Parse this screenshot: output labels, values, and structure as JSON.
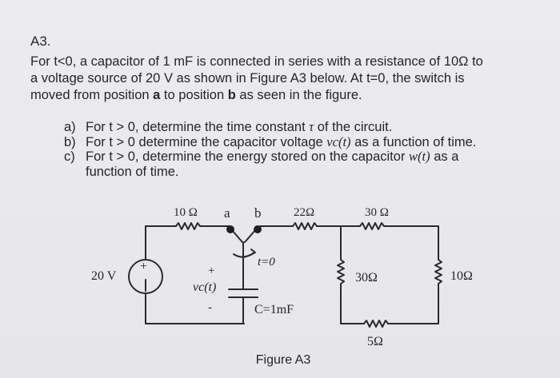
{
  "problem_id": "A3.",
  "intro": {
    "l1_a": "For t<0, a capacitor of 1 mF is connected in series with a resistance of 10",
    "l1_omega": "Ω",
    "l1_b": " to",
    "l2": "a voltage source of 20 V as shown in Figure A3 below. At t=0, the switch is",
    "l3_a": "moved from position ",
    "l3_pos_a": "a",
    "l3_mid": " to position ",
    "l3_pos_b": "b",
    "l3_end": " as seen in the figure."
  },
  "parts": [
    {
      "label": "a)",
      "text_a": "For t > 0, determine the time constant ",
      "symbol": "τ",
      "text_b": " of the circuit."
    },
    {
      "label": "b)",
      "text_a": "For t > 0 determine the capacitor voltage ",
      "symbol": "vc(t)",
      "text_b": " as a function of time."
    },
    {
      "label": "c)",
      "text_a": "For t > 0, determine the energy stored on the capacitor ",
      "symbol": "w(t)",
      "text_b": " as a",
      "text_c": "function of time."
    }
  ],
  "circuit": {
    "source_label": "20 V",
    "source_plus": "+",
    "source_minus": "−",
    "r_left": "10 Ω",
    "node_a": "a",
    "node_b": "b",
    "r_22": "22Ω",
    "r_30_top": "30 Ω",
    "r_30_mid": "30Ω",
    "r_10_right": "10Ω",
    "r_5": "5Ω",
    "switch_label": "t=0",
    "cap_label": "C=1mF",
    "cap_voltage": "vc(t)",
    "cap_plus": "+",
    "cap_minus": "-"
  },
  "caption": "Figure A3"
}
